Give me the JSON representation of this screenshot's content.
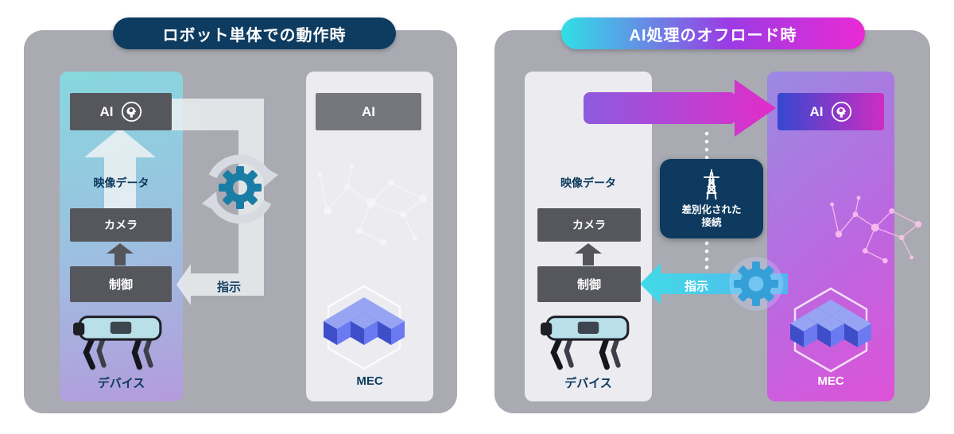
{
  "diagram": {
    "left": {
      "title": "ロボット単体での動作時",
      "device": {
        "ai_label": "AI",
        "video_data": "映像データ",
        "camera": "カメラ",
        "control": "制御",
        "caption": "デバイス"
      },
      "instruction": "指示",
      "mec": {
        "ai_label": "AI",
        "caption": "MEC"
      }
    },
    "right": {
      "title": "AI処理のオフロード時",
      "device": {
        "video_data": "映像データ",
        "camera": "カメラ",
        "control": "制御",
        "caption": "デバイス"
      },
      "connection_line1": "差別化された",
      "connection_line2": "接続",
      "instruction": "指示",
      "mec": {
        "ai_label": "AI",
        "caption": "MEC"
      }
    }
  },
  "colors": {
    "navy": "#0d3a5e",
    "outer_panel_gray": "#a9aab2",
    "dark_box_gray": "#56575d",
    "device_gradient_top": "#87d7de",
    "device_gradient_bottom": "#b49bdc",
    "mec_panel_light": "#ebebf0",
    "mec_gradient_start": "#9a8ae2",
    "mec_gradient_end": "#de52d8",
    "title_gradient_start": "#2fdfe6",
    "title_gradient_end": "#ea2ad4",
    "cyan_arrow": "#3fdde8",
    "magenta_arrow": "#e22cc8",
    "gear_teal": "#1a7da6",
    "cube_blue": "#4c5cd8"
  },
  "icons": {
    "ai_head": "ai-head-icon",
    "gear": "gear-icon",
    "sync": "sync-arrows-icon",
    "tower": "radio-tower-icon",
    "robot": "robot-dog-image",
    "servers": "server-cubes-icon",
    "network": "network-pattern"
  }
}
